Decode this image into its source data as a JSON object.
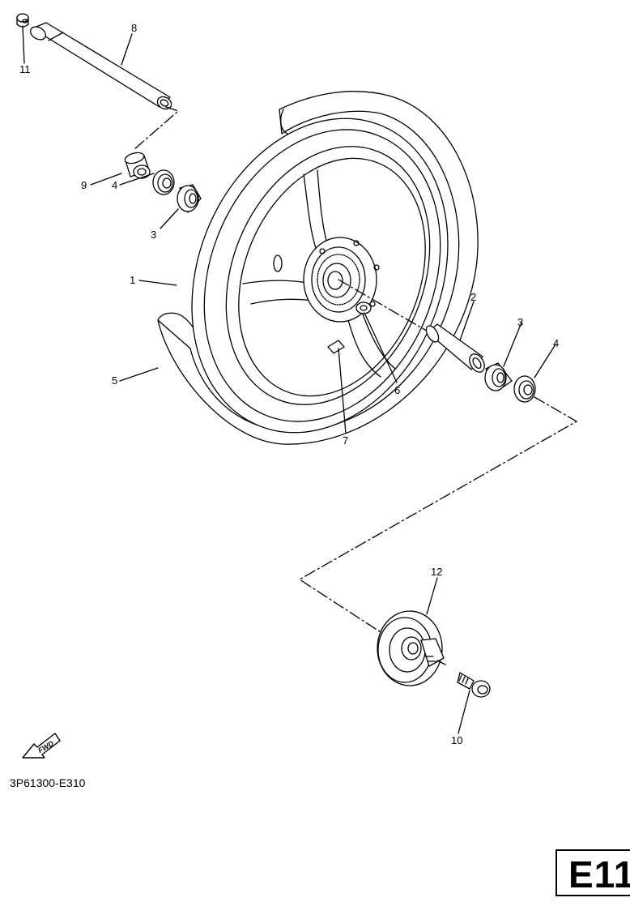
{
  "callouts": {
    "c1": "1",
    "c2": "2",
    "c3a": "3",
    "c3b": "3",
    "c4a": "4",
    "c4b": "4",
    "c5": "5",
    "c6": "6",
    "c7": "7",
    "c8": "8",
    "c9": "9",
    "c10": "10",
    "c11": "11",
    "c12": "12"
  },
  "fwd_arrow_label": "FWD",
  "diagram_code": "3P61300-E310",
  "section_label": "E11",
  "colors": {
    "line": "#000000",
    "background": "#ffffff"
  }
}
